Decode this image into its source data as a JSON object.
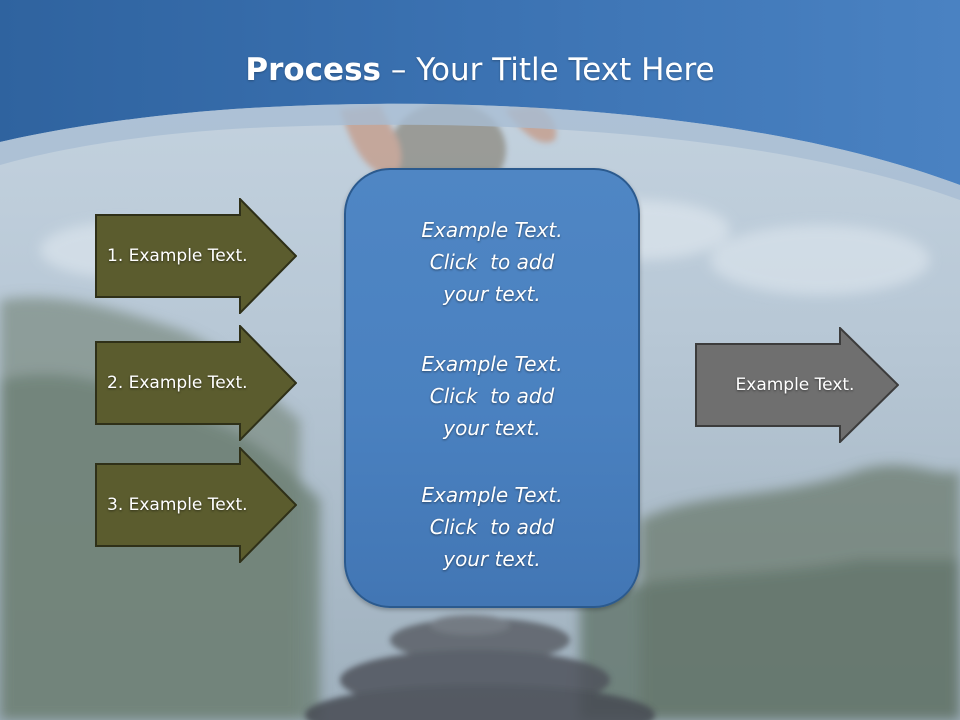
{
  "slide": {
    "title_bold": "Process",
    "title_rest": " – Your Title Text Here"
  },
  "inputs": [
    {
      "label": "1. Example Text."
    },
    {
      "label": "2. Example Text."
    },
    {
      "label": "3. Example Text."
    }
  ],
  "center": {
    "paragraphs": [
      {
        "lines": [
          "Example Text.",
          "Click  to add",
          "your text."
        ]
      },
      {
        "lines": [
          "Example Text.",
          "Click  to add",
          "your text."
        ]
      },
      {
        "lines": [
          "Example Text.",
          "Click  to add",
          "your text."
        ]
      }
    ]
  },
  "output": {
    "label": "Example Text."
  },
  "colors": {
    "header_blue": "#3a6fae",
    "input_arrow": "#5b5c2e",
    "center_box": "#4a81c0",
    "output_arrow": "#6f6f6f"
  }
}
